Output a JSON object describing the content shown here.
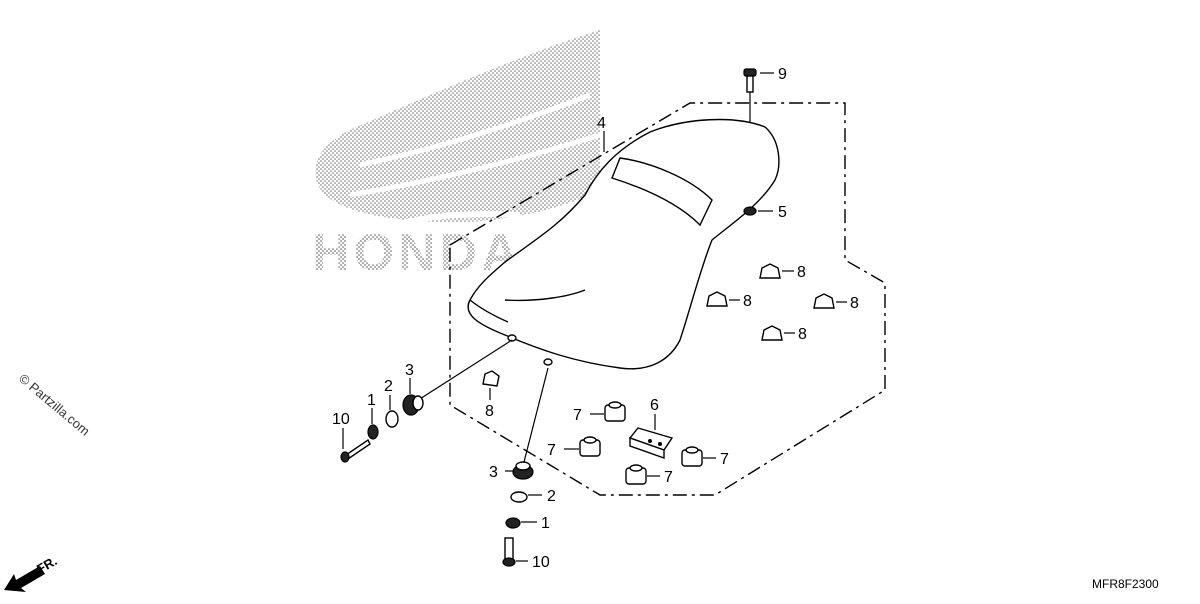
{
  "diagram": {
    "logo_text": "HONDA",
    "watermark": "© Partzilla.com",
    "direction_label": "FR.",
    "diagram_code": "MFR8F2300",
    "callouts": [
      "1",
      "1",
      "2",
      "2",
      "3",
      "3",
      "4",
      "5",
      "6",
      "7",
      "7",
      "7",
      "7",
      "8",
      "8",
      "8",
      "8",
      "8",
      "9",
      "10",
      "10"
    ]
  }
}
